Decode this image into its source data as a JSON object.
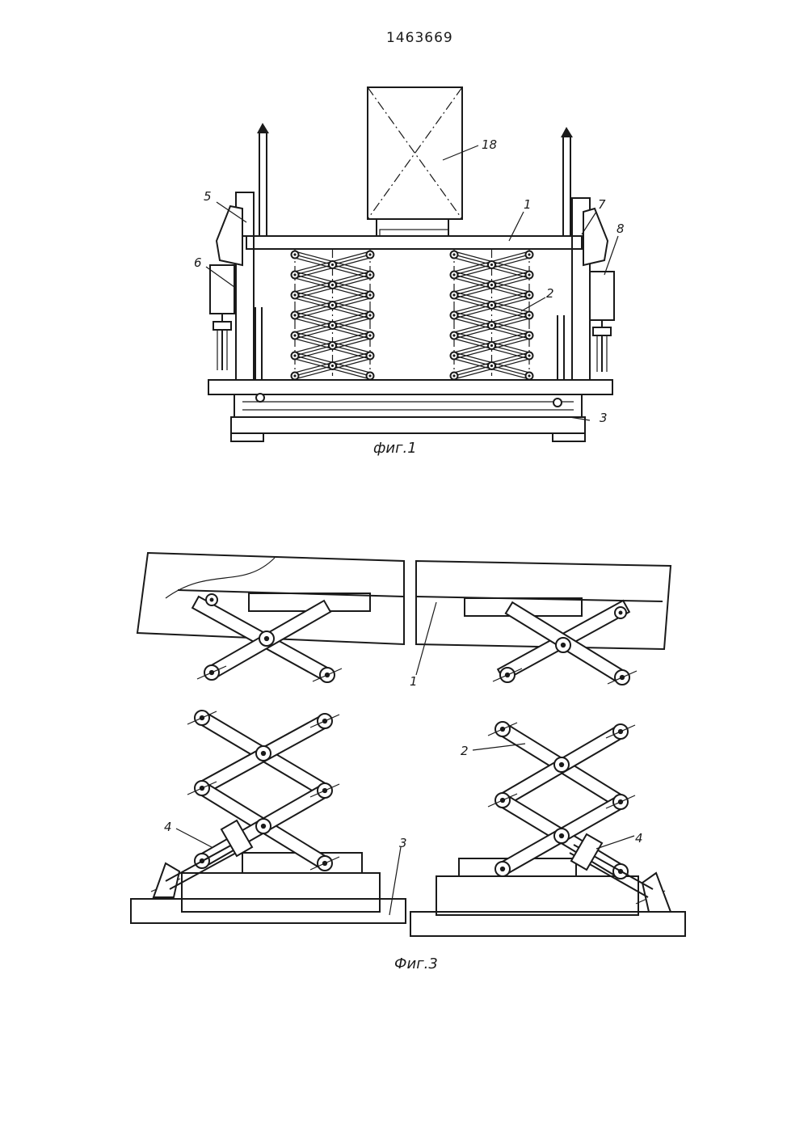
{
  "document": {
    "patent_number": "1463669"
  },
  "figure1": {
    "caption": "фиг.1",
    "labels": {
      "l1": "1",
      "l2": "2",
      "l3": "3",
      "l5": "5",
      "l6": "6",
      "l7": "7",
      "l8": "8",
      "l18": "18"
    }
  },
  "figure3": {
    "caption": "Фиг.3",
    "labels": {
      "l1": "1",
      "l2": "2",
      "l3": "3",
      "l4_left": "4",
      "l4_right": "4"
    }
  }
}
